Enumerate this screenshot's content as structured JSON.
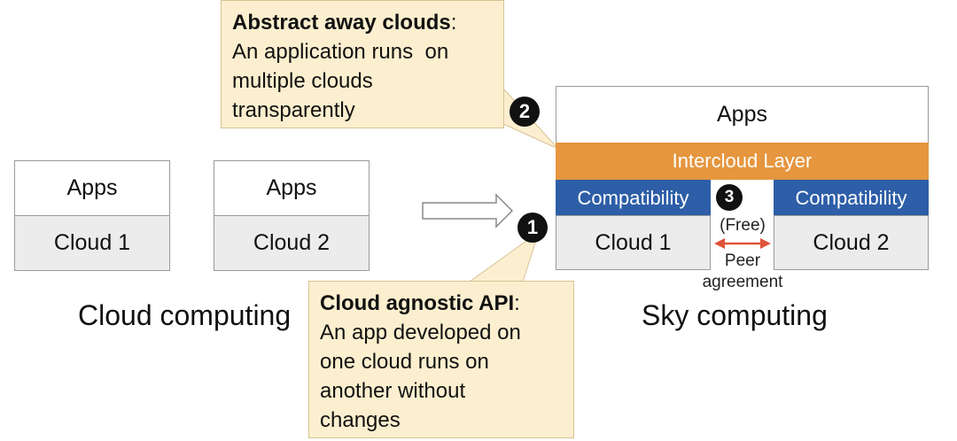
{
  "left": {
    "cloud_a": {
      "top": "Apps",
      "bottom": "Cloud 1"
    },
    "cloud_b": {
      "top": "Apps",
      "bottom": "Cloud 2"
    },
    "caption": "Cloud computing"
  },
  "right": {
    "apps": "Apps",
    "intercloud": "Intercloud Layer",
    "compat_left": "Compatibility",
    "compat_right": "Compatibility",
    "cloud_left": "Cloud 1",
    "cloud_right": "Cloud 2",
    "free": "(Free)",
    "peer_line1": "Peer",
    "peer_line2": "agreement",
    "caption": "Sky computing"
  },
  "callouts": {
    "abstract": {
      "title": "Abstract away clouds",
      "colon": ":",
      "lines": [
        "An application runs  on",
        "multiple clouds",
        "transparently"
      ]
    },
    "agnostic": {
      "title": "Cloud agnostic API",
      "colon": ":",
      "lines": [
        "An app developed on",
        "one cloud runs on",
        "another without",
        "changes"
      ]
    }
  },
  "badges": {
    "one": "1",
    "two": "2",
    "three": "3"
  },
  "colors": {
    "intercloud": "#e5963e",
    "compatibility": "#2d5ea7",
    "callout_fill": "#fcefcf",
    "peer_arrow": "#e0533a"
  }
}
